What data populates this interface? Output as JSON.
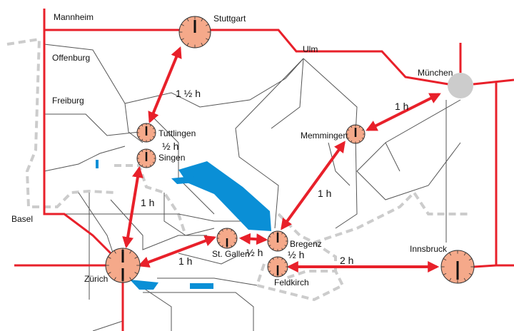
{
  "stations": {
    "mannheim": "Mannheim",
    "stuttgart": "Stuttgart",
    "offenburg": "Offenburg",
    "ulm": "Ulm",
    "muenchen": "München",
    "freiburg": "Freiburg",
    "tuttlingen": "Tuttlingen",
    "memmingen": "Memmingen",
    "singen": "Singen",
    "basel": "Basel",
    "bregenz": "Bregenz",
    "innsbruck": "Innsbruck",
    "st_gallen": "St. Gallen",
    "zuerich": "Zürich",
    "feldkirch": "Feldkirch"
  },
  "travel_times": {
    "stuttgart_tuttlingen": "1 ½ h",
    "muenchen_memmingen": "1 h",
    "tuttlingen_singen": "½ h",
    "memmingen_bregenz": "1 h",
    "singen_zuerich": "1 h",
    "st_gallen_bregenz": "½ h",
    "bregenz_feldkirch": "½ h",
    "zuerich_st_gallen": "1 h",
    "feldkirch_innsbruck": "2 h"
  },
  "colors": {
    "main_line": "#e8202a",
    "clock": "#f5a98a",
    "lake": "#0a8fd6",
    "network": "#555555",
    "border": "#cccccc",
    "hub": "#cccccc"
  }
}
